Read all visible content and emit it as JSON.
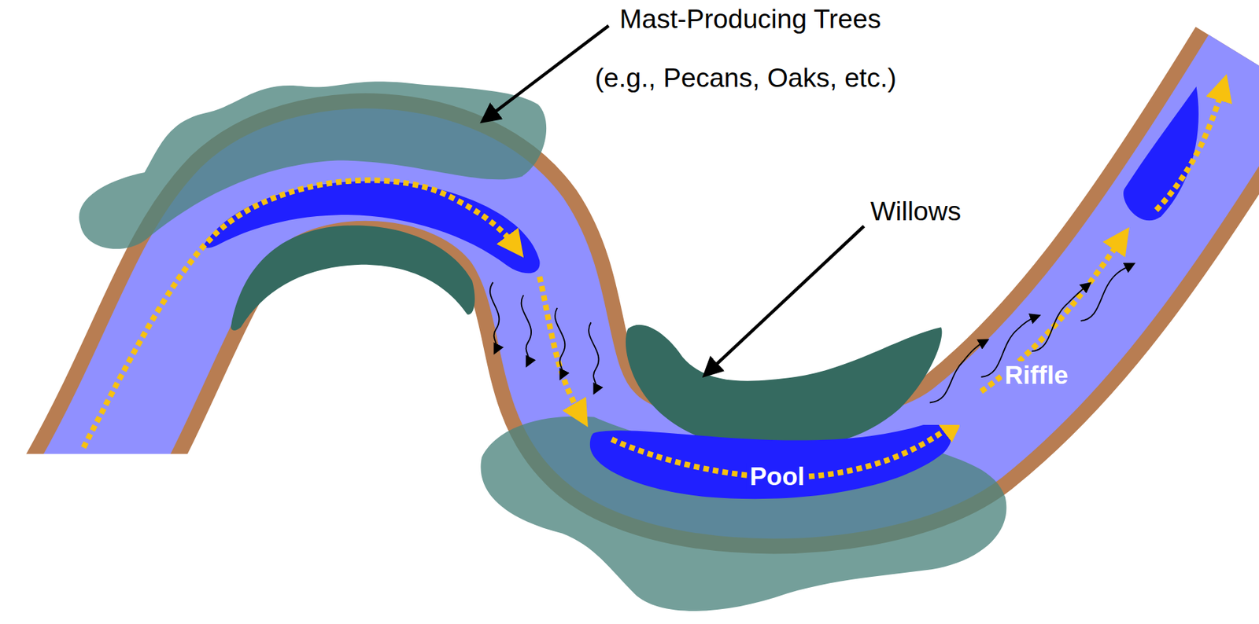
{
  "diagram": {
    "nodes": [
      {
        "text": [
          "Pool"
        ]
      }
    ],
    "labels": [
      "Mast-Producing Trees",
      "(e.g., Pecans, Oaks, etc.)",
      "Willows",
      "Riffle"
    ]
  }
}
